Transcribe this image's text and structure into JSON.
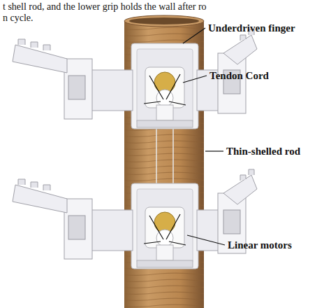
{
  "diagram": {
    "labels": [
      "t shell rod, and the lower grip holds the wall after ro",
      "n cycle.",
      "Underdriven finger",
      "Tendon Cord",
      "Thin-shelled rod",
      "Linear motors"
    ]
  }
}
